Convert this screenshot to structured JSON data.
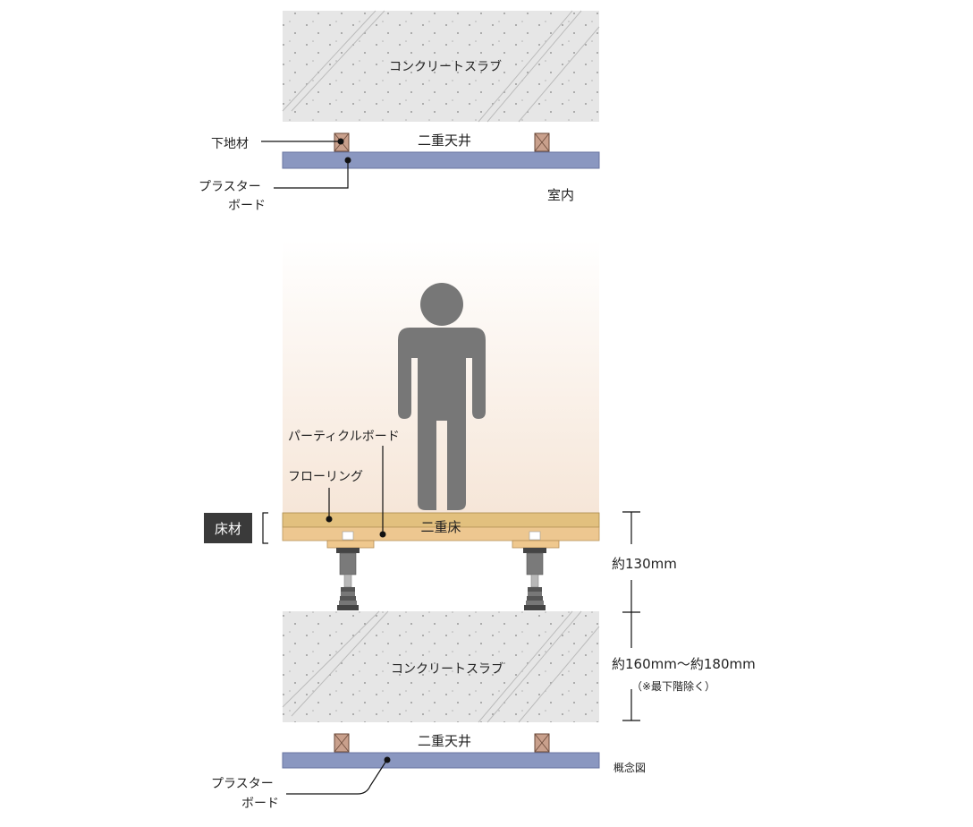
{
  "top_section": {
    "slab_label": "コンクリートスラブ",
    "ceiling_label": "二重天井",
    "substrate_label": "下地材",
    "plaster_label_line1": "プラスター",
    "plaster_label_line2": "ボード",
    "room_label": "室内"
  },
  "floor_section": {
    "particle_board_label": "パーティクルボード",
    "flooring_label": "フローリング",
    "floor_material_badge": "床材",
    "double_floor_label": "二重床",
    "height_130": "約130mm"
  },
  "bottom_section": {
    "slab_label": "コンクリートスラブ",
    "slab_thickness": "約160mm〜約180mm",
    "slab_note": "（※最下階除く）",
    "ceiling_label": "二重天井",
    "plaster_label_line1": "プラスター",
    "plaster_label_line2": "ボード",
    "diagram_note": "概念図"
  },
  "colors": {
    "concrete": "#e6e6e6",
    "plaster_board": "#8a97c0",
    "flooring": "#e2c07e",
    "particle_board": "#edc790",
    "badge": "#3a3a3a",
    "person": "#777777"
  }
}
